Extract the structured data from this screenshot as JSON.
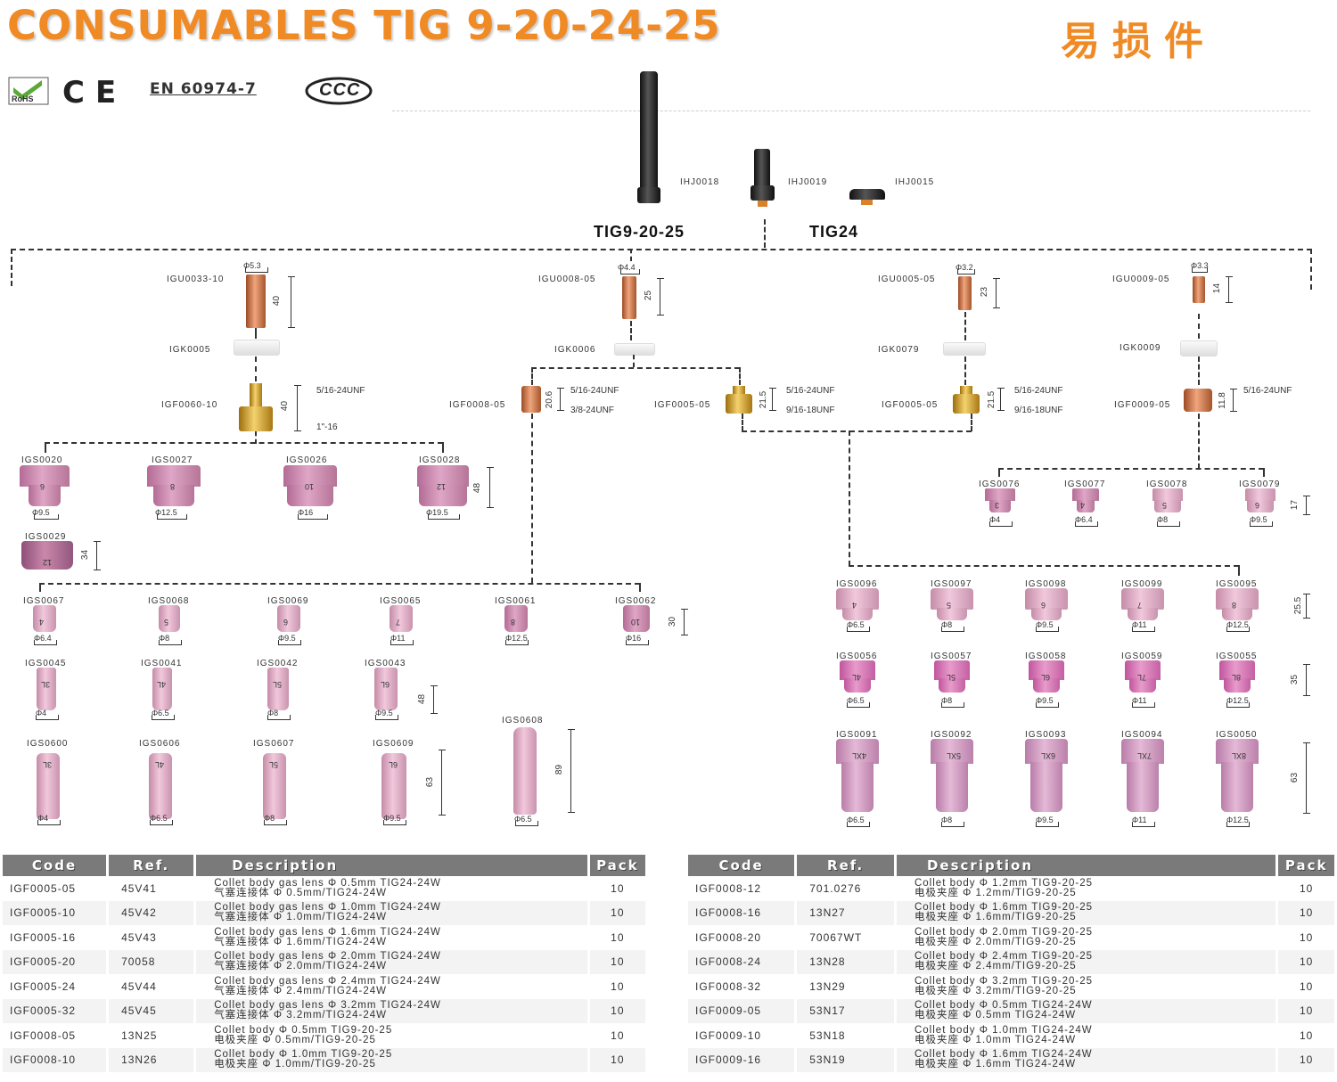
{
  "header": {
    "title": "CONSUMABLES TIG 9-20-24-25",
    "title_cn": "易损件",
    "certs": {
      "rohs": "RoHS",
      "ce": "CE",
      "en": "EN 60974-7",
      "ccc": "CCC"
    }
  },
  "colors": {
    "accent": "#f08a24",
    "table_header": "#7a7a7a",
    "ceramic": "#d99bbd"
  },
  "back_caps": [
    {
      "code": "IHJ0018"
    },
    {
      "code": "IHJ0019"
    },
    {
      "code": "IHJ0015"
    }
  ],
  "torch_groups": {
    "a": "TIG9-20-25",
    "b": "TIG24"
  },
  "branches": {
    "b1": {
      "collet": "IGU0033-10",
      "collet_dia": "Φ5.3",
      "collet_len": "40",
      "insulator": "IGK0005",
      "body": "IGF0060-10",
      "body_len": "40",
      "thread1": "5/16-24UNF",
      "thread2": "1\"-16"
    },
    "b2": {
      "collet": "IGU0008-05",
      "collet_dia": "Φ4.4",
      "collet_len": "25",
      "insulator": "IGK0006",
      "body_a": "IGF0008-05",
      "body_a_len": "20.6",
      "thread_a1": "5/16-24UNF",
      "thread_a2": "3/8-24UNF",
      "body_b": "IGF0005-05",
      "body_b_len": "21.5",
      "thread_b1": "5/16-24UNF",
      "thread_b2": "9/16-18UNF"
    },
    "b3": {
      "collet": "IGU0005-05",
      "collet_dia": "Φ3.2",
      "collet_len": "23",
      "insulator": "IGK0079",
      "body": "IGF0005-05",
      "body_len": "21.5",
      "thread1": "5/16-24UNF",
      "thread2": "9/16-18UNF"
    },
    "b4": {
      "collet": "IGU0009-05",
      "collet_dia": "Φ3.3",
      "collet_len": "14",
      "insulator": "IGK0009",
      "body": "IGF0009-05",
      "body_len": "11.8",
      "thread1": "5/16-24UNF"
    }
  },
  "gas_lens_cups": {
    "len": "48",
    "items": [
      {
        "code": "IGS0020",
        "dia": "Φ9.5",
        "num": "6"
      },
      {
        "code": "IGS0027",
        "dia": "Φ12.5",
        "num": "8"
      },
      {
        "code": "IGS0026",
        "dia": "Φ16",
        "num": "10"
      },
      {
        "code": "IGS0028",
        "dia": "Φ19.5",
        "num": "12"
      }
    ],
    "extra": {
      "code": "IGS0029",
      "len": "34",
      "num": "12"
    }
  },
  "small_cups": {
    "len": "17",
    "items": [
      {
        "code": "IGS0076",
        "dia": "Φ4",
        "num": "3"
      },
      {
        "code": "IGS0077",
        "dia": "Φ6.4",
        "num": "4"
      },
      {
        "code": "IGS0078",
        "dia": "Φ8",
        "num": "5"
      },
      {
        "code": "IGS0079",
        "dia": "Φ9.5",
        "num": "6"
      }
    ]
  },
  "left_cups": {
    "row1": {
      "len": "30",
      "items": [
        {
          "code": "IGS0067",
          "dia": "Φ6.4",
          "num": "4"
        },
        {
          "code": "IGS0068",
          "dia": "Φ8",
          "num": "5"
        },
        {
          "code": "IGS0069",
          "dia": "Φ9.5",
          "num": "6"
        },
        {
          "code": "IGS0065",
          "dia": "Φ11",
          "num": "7"
        },
        {
          "code": "IGS0061",
          "dia": "Φ12.5",
          "num": "8"
        },
        {
          "code": "IGS0062",
          "dia": "Φ16",
          "num": "10"
        }
      ]
    },
    "row2": {
      "len": "48",
      "items": [
        {
          "code": "IGS0045",
          "dia": "Φ4",
          "num": "3L"
        },
        {
          "code": "IGS0041",
          "dia": "Φ6.5",
          "num": "4L"
        },
        {
          "code": "IGS0042",
          "dia": "Φ8",
          "num": "5L"
        },
        {
          "code": "IGS0043",
          "dia": "Φ9.5",
          "num": "6L"
        }
      ]
    },
    "row3": {
      "len": "63",
      "items": [
        {
          "code": "IGS0600",
          "dia": "Φ4",
          "num": "3L"
        },
        {
          "code": "IGS0606",
          "dia": "Φ6.5",
          "num": "4L"
        },
        {
          "code": "IGS0607",
          "dia": "Φ8",
          "num": "5L"
        },
        {
          "code": "IGS0609",
          "dia": "Φ9.5",
          "num": "6L"
        }
      ]
    },
    "long": {
      "code": "IGS0608",
      "dia": "Φ6.5",
      "len": "89"
    }
  },
  "right_cups": {
    "row1": {
      "len": "25.5",
      "items": [
        {
          "code": "IGS0096",
          "dia": "Φ6.5",
          "num": "4"
        },
        {
          "code": "IGS0097",
          "dia": "Φ8",
          "num": "5"
        },
        {
          "code": "IGS0098",
          "dia": "Φ9.5",
          "num": "6"
        },
        {
          "code": "IGS0099",
          "dia": "Φ11",
          "num": "7"
        },
        {
          "code": "IGS0095",
          "dia": "Φ12.5",
          "num": "8"
        }
      ]
    },
    "row2": {
      "len": "35",
      "items": [
        {
          "code": "IGS0056",
          "dia": "Φ6.5",
          "num": "4L"
        },
        {
          "code": "IGS0057",
          "dia": "Φ8",
          "num": "5L"
        },
        {
          "code": "IGS0058",
          "dia": "Φ9.5",
          "num": "6L"
        },
        {
          "code": "IGS0059",
          "dia": "Φ11",
          "num": "7L"
        },
        {
          "code": "IGS0055",
          "dia": "Φ12.5",
          "num": "8L"
        }
      ]
    },
    "row3": {
      "len": "63",
      "items": [
        {
          "code": "IGS0091",
          "dia": "Φ6.5",
          "num": "4XL"
        },
        {
          "code": "IGS0092",
          "dia": "Φ8",
          "num": "5XL"
        },
        {
          "code": "IGS0093",
          "dia": "Φ9.5",
          "num": "6XL"
        },
        {
          "code": "IGS0094",
          "dia": "Φ11",
          "num": "7XL"
        },
        {
          "code": "IGS0050",
          "dia": "Φ12.5",
          "num": "8XL"
        }
      ]
    }
  },
  "table_headers": {
    "code": "Code",
    "ref": "Ref.",
    "desc": "Description",
    "pack": "Pack"
  },
  "table_left": [
    {
      "code": "IGF0005-05",
      "ref": "45V41",
      "desc_en": "Collet body gas lens Φ 0.5mm TIG24-24W",
      "desc_cn": "气塞连接体 Φ 0.5mm/TIG24-24W",
      "pack": "10"
    },
    {
      "code": "IGF0005-10",
      "ref": "45V42",
      "desc_en": "Collet body gas lens Φ 1.0mm TIG24-24W",
      "desc_cn": "气塞连接体 Φ 1.0mm/TIG24-24W",
      "pack": "10"
    },
    {
      "code": "IGF0005-16",
      "ref": "45V43",
      "desc_en": "Collet body gas lens Φ 1.6mm TIG24-24W",
      "desc_cn": "气塞连接体 Φ 1.6mm/TIG24-24W",
      "pack": "10"
    },
    {
      "code": "IGF0005-20",
      "ref": "70058",
      "desc_en": "Collet body gas lens Φ 2.0mm TIG24-24W",
      "desc_cn": "气塞连接体 Φ 2.0mm/TIG24-24W",
      "pack": "10"
    },
    {
      "code": "IGF0005-24",
      "ref": "45V44",
      "desc_en": "Collet body gas lens Φ 2.4mm TIG24-24W",
      "desc_cn": "气塞连接体 Φ 2.4mm/TIG24-24W",
      "pack": "10"
    },
    {
      "code": "IGF0005-32",
      "ref": "45V45",
      "desc_en": "Collet body gas lens Φ 3.2mm TIG24-24W",
      "desc_cn": "气塞连接体 Φ 3.2mm/TIG24-24W",
      "pack": "10"
    },
    {
      "code": "IGF0008-05",
      "ref": "13N25",
      "desc_en": "Collet body Φ 0.5mm TIG9-20-25",
      "desc_cn": "电极夹座 Φ 0.5mm/TIG9-20-25",
      "pack": "10"
    },
    {
      "code": "IGF0008-10",
      "ref": "13N26",
      "desc_en": "Collet body Φ 1.0mm TIG9-20-25",
      "desc_cn": "电极夹座 Φ 1.0mm/TIG9-20-25",
      "pack": "10"
    }
  ],
  "table_right": [
    {
      "code": "IGF0008-12",
      "ref": "701.0276",
      "desc_en": "Collet body Φ 1.2mm TIG9-20-25",
      "desc_cn": "电极夹座 Φ 1.2mm/TIG9-20-25",
      "pack": "10"
    },
    {
      "code": "IGF0008-16",
      "ref": "13N27",
      "desc_en": "Collet body Φ 1.6mm TIG9-20-25",
      "desc_cn": "电极夹座 Φ 1.6mm/TIG9-20-25",
      "pack": "10"
    },
    {
      "code": "IGF0008-20",
      "ref": "70067WT",
      "desc_en": "Collet body Φ 2.0mm TIG9-20-25",
      "desc_cn": "电极夹座 Φ 2.0mm/TIG9-20-25",
      "pack": "10"
    },
    {
      "code": "IGF0008-24",
      "ref": "13N28",
      "desc_en": "Collet body Φ 2.4mm TIG9-20-25",
      "desc_cn": "电极夹座 Φ 2.4mm/TIG9-20-25",
      "pack": "10"
    },
    {
      "code": "IGF0008-32",
      "ref": "13N29",
      "desc_en": "Collet body Φ 3.2mm TIG9-20-25",
      "desc_cn": "电极夹座 Φ 3.2mm/TIG9-20-25",
      "pack": "10"
    },
    {
      "code": "IGF0009-05",
      "ref": "53N17",
      "desc_en": "Collet body Φ 0.5mm TIG24-24W",
      "desc_cn": "电极夹座 Φ 0.5mm TIG24-24W",
      "pack": "10"
    },
    {
      "code": "IGF0009-10",
      "ref": "53N18",
      "desc_en": "Collet body Φ 1.0mm TIG24-24W",
      "desc_cn": "电极夹座 Φ 1.0mm TIG24-24W",
      "pack": "10"
    },
    {
      "code": "IGF0009-16",
      "ref": "53N19",
      "desc_en": "Collet body Φ 1.6mm TIG24-24W",
      "desc_cn": "电极夹座 Φ 1.6mm TIG24-24W",
      "pack": "10"
    }
  ]
}
